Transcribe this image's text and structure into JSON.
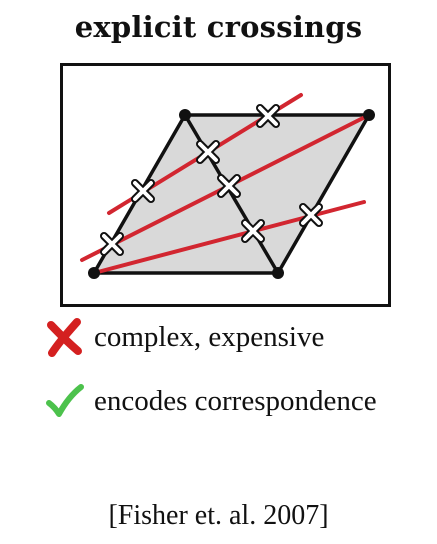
{
  "title": "explicit crossings",
  "bullets": [
    {
      "icon": "red-cross-icon",
      "text": "complex, expensive",
      "color": "#d42020"
    },
    {
      "icon": "green-check-icon",
      "text": "encodes correspondence",
      "color": "#4cc24c"
    }
  ],
  "citation": "[Fisher et. al. 2007]",
  "colors": {
    "polygon_fill": "#d9d9d9",
    "edge": "#111111",
    "red_line": "#d22630",
    "marker_fill": "#ffffff"
  }
}
